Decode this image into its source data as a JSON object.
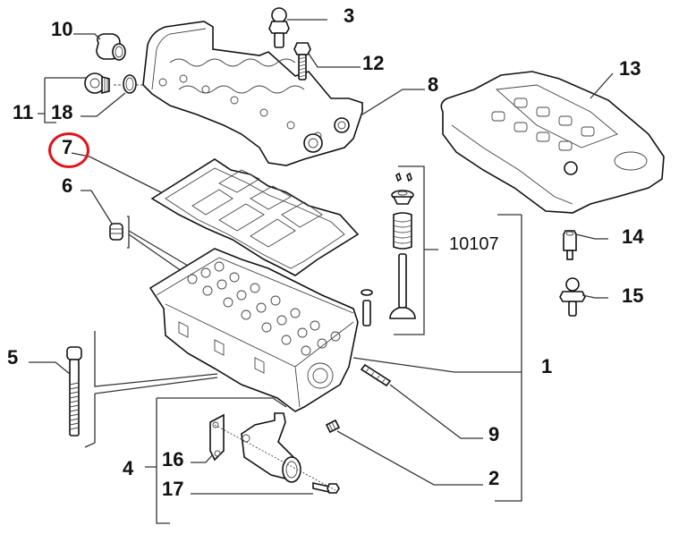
{
  "diagram": {
    "title": "Cylinder head exploded view",
    "highlight_color": "#e0141e",
    "line_color": "#333333",
    "callouts": {
      "c10": "10",
      "c3": "3",
      "c12": "12",
      "c8": "8",
      "c13": "13",
      "c11": "11",
      "c18": "18",
      "c7": "7",
      "c6": "6",
      "c10107": "10107",
      "c14": "14",
      "c15": "15",
      "c5": "5",
      "c1": "1",
      "c9": "9",
      "c4": "4",
      "c16": "16",
      "c2": "2",
      "c17": "17"
    },
    "highlighted_callout": "7",
    "parts": [
      {
        "ref": "1",
        "name": "cylinder-head"
      },
      {
        "ref": "2",
        "name": "plug"
      },
      {
        "ref": "3",
        "name": "ball-stud"
      },
      {
        "ref": "4",
        "name": "thermostat-housing-kit"
      },
      {
        "ref": "5",
        "name": "head-bolt"
      },
      {
        "ref": "6",
        "name": "dowel-sleeve"
      },
      {
        "ref": "7",
        "name": "camshaft-housing-gasket"
      },
      {
        "ref": "8",
        "name": "camshaft-housing"
      },
      {
        "ref": "9",
        "name": "stud"
      },
      {
        "ref": "10",
        "name": "sealing-plug"
      },
      {
        "ref": "11",
        "name": "plug-kit"
      },
      {
        "ref": "12",
        "name": "flange-bolt"
      },
      {
        "ref": "13",
        "name": "engine-cover"
      },
      {
        "ref": "14",
        "name": "spacer-nut"
      },
      {
        "ref": "15",
        "name": "ball-stud"
      },
      {
        "ref": "16",
        "name": "gasket"
      },
      {
        "ref": "17",
        "name": "bolt"
      },
      {
        "ref": "18",
        "name": "o-ring"
      },
      {
        "ref": "10107",
        "name": "valve-assembly"
      }
    ]
  }
}
